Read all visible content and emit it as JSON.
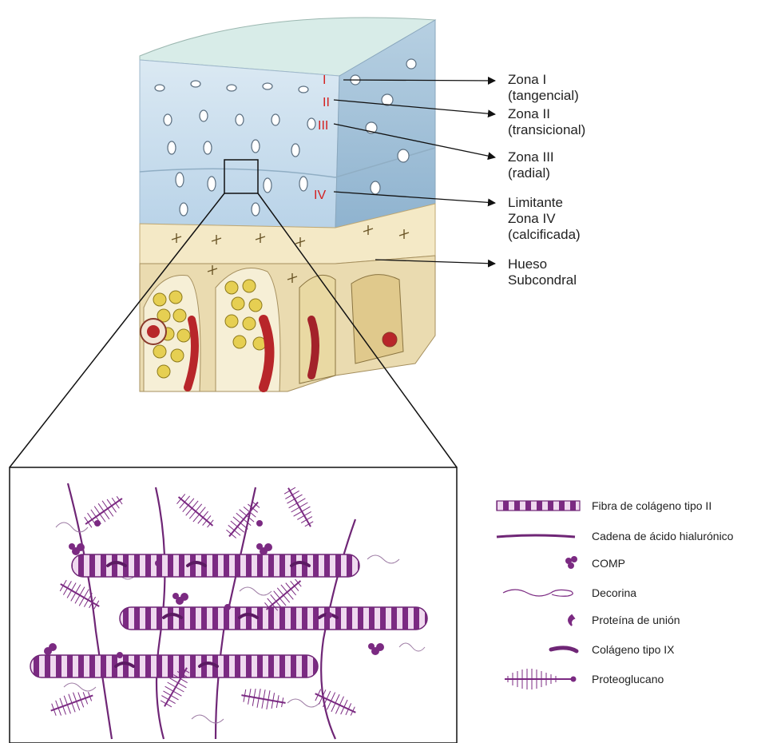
{
  "zones": [
    {
      "numeral": "I",
      "label": "Zona I\n(tangencial)"
    },
    {
      "numeral": "II",
      "label": "Zona II\n(transicional)"
    },
    {
      "numeral": "III",
      "label": "Zona III\n(radial)"
    },
    {
      "numeral": "IV",
      "label": "Limitante\nZona IV\n(calcificada)"
    },
    {
      "numeral": "",
      "label": "Hueso\nSubcondral"
    }
  ],
  "legend": [
    {
      "icon": "collagen-type-ii-fiber-icon",
      "label": "Fibra de colágeno tipo II"
    },
    {
      "icon": "hyaluronic-acid-chain-icon",
      "label": "Cadena de ácido hialurónico"
    },
    {
      "icon": "comp-icon",
      "label": "COMP"
    },
    {
      "icon": "decorin-icon",
      "label": "Decorina"
    },
    {
      "icon": "link-protein-icon",
      "label": "Proteína de unión"
    },
    {
      "icon": "collagen-type-ix-icon",
      "label": "Colágeno tipo IX"
    },
    {
      "icon": "proteoglycan-icon",
      "label": "Proteoglucano"
    }
  ],
  "colors": {
    "cartilage": "#c9dceb",
    "cartilage_right": "#a9c6dc",
    "top_surface": "#d7ebe8",
    "bone": "#f3e7c2",
    "marrow_fat": "#e6cf52",
    "vessel": "#b8262a",
    "matrix": "#7b2a82",
    "numeral": "#d42020"
  }
}
